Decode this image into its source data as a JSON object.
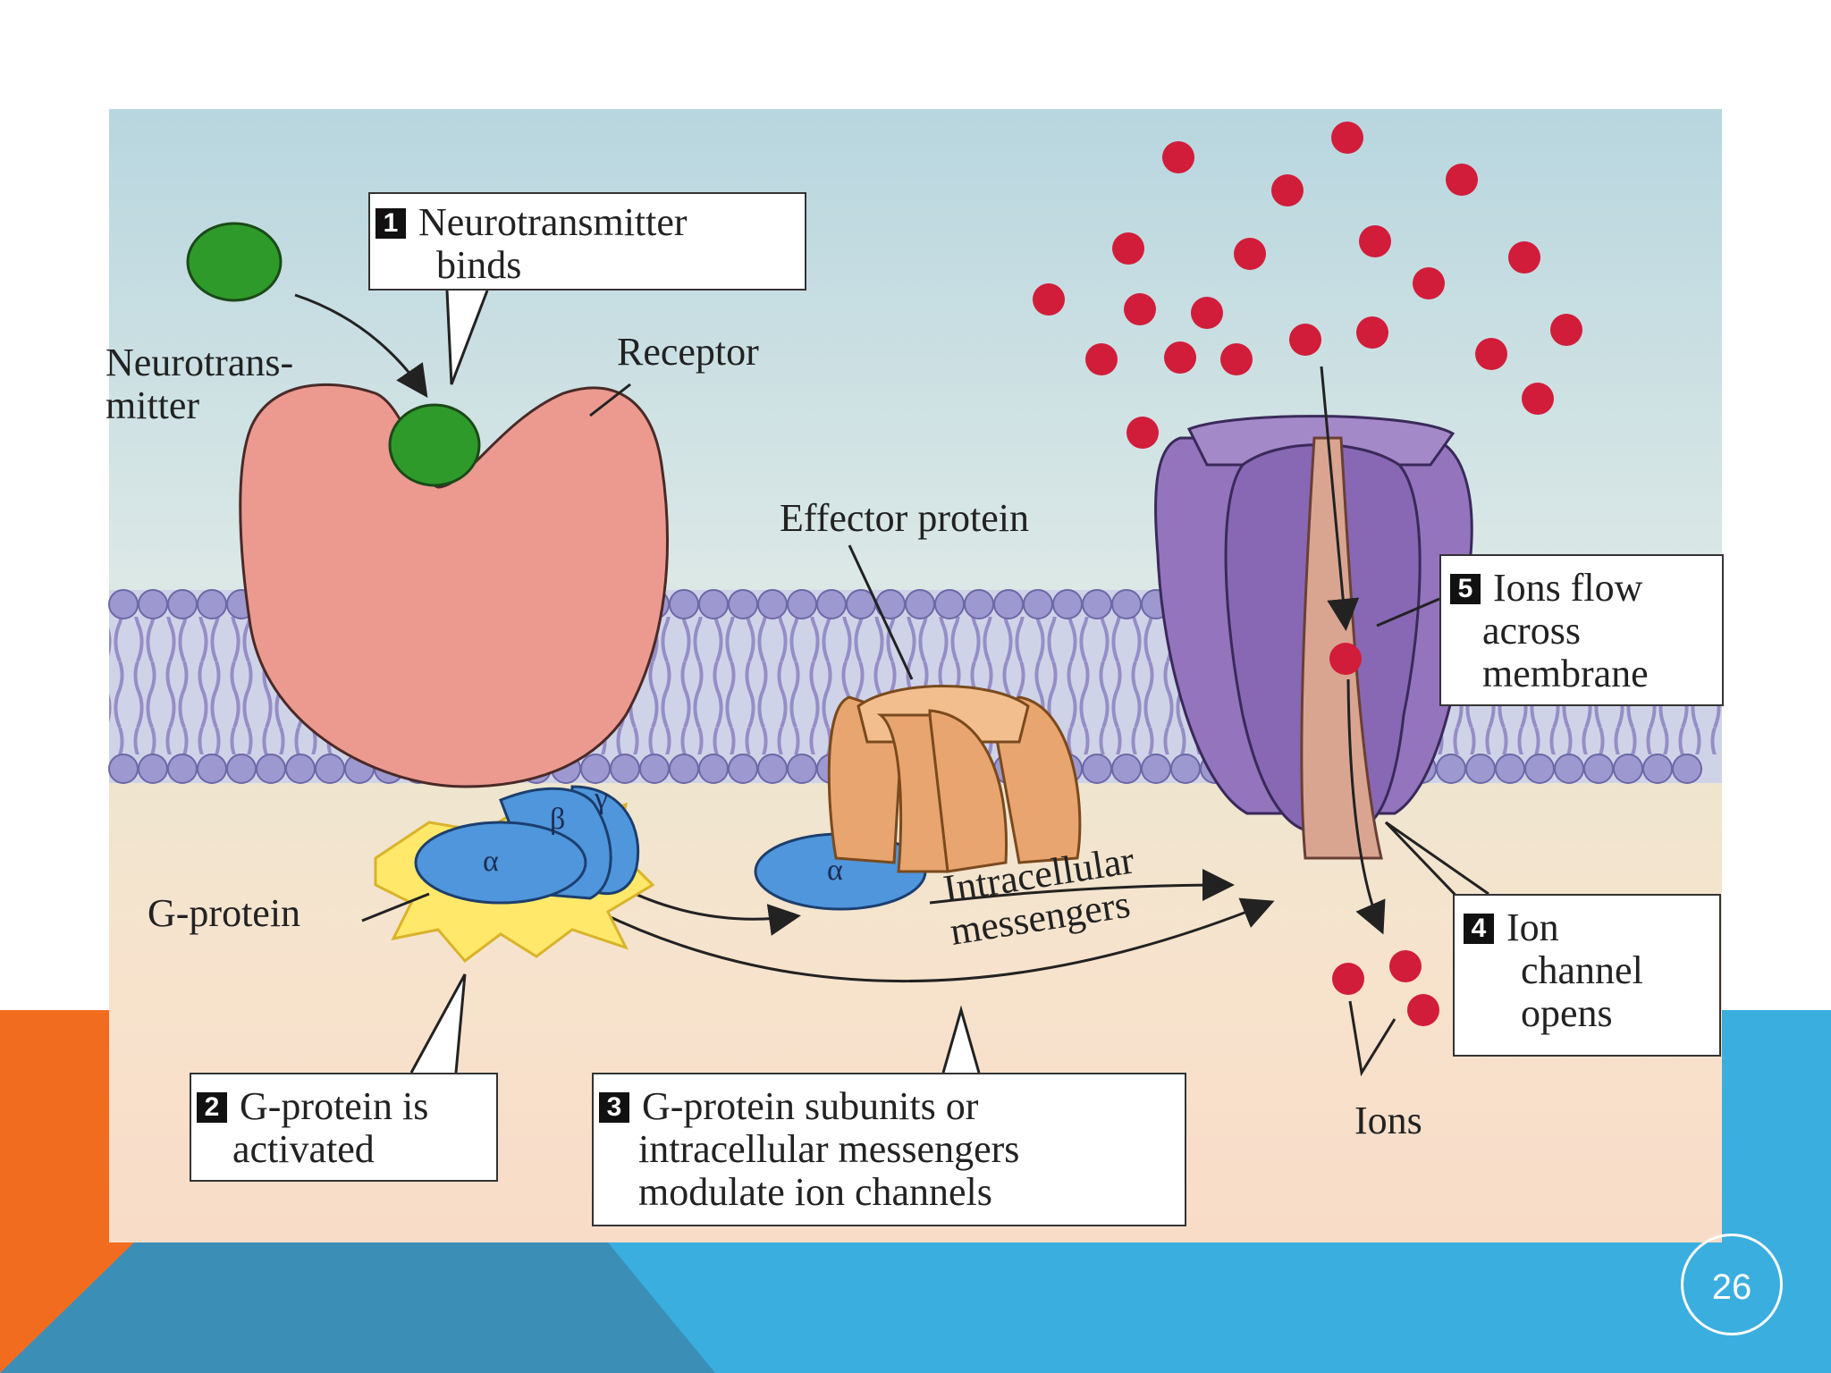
{
  "labels": {
    "neurotransmitter_line1": "Neurotrans-",
    "neurotransmitter_line2": "mitter",
    "receptor": "Receptor",
    "effector_protein": "Effector protein",
    "g_protein": "G-protein",
    "intracellular_line1": "Intracellular",
    "intracellular_line2": "messengers",
    "ions": "Ions",
    "alpha": "α",
    "beta": "β",
    "gamma": "γ"
  },
  "steps": [
    {
      "number": "1",
      "line1": "Neurotransmitter",
      "line2": "binds"
    },
    {
      "number": "2",
      "line1": "G-protein is",
      "line2": "activated"
    },
    {
      "number": "3",
      "line1": "G-protein subunits or",
      "line2": "intracellular messengers",
      "line3": "modulate ion channels"
    },
    {
      "number": "4",
      "line1": "Ion",
      "line2": "channel",
      "line3": "opens"
    },
    {
      "number": "5",
      "line1": "Ions flow",
      "line2": "across",
      "line3": "membrane"
    }
  ],
  "slide_number": "26",
  "colors": {
    "orange_accent": "#f26c1f",
    "blue_accent": "#3aaede",
    "dark_blue_accent": "#3b8fb7",
    "receptor": "#ec9a90",
    "neurotransmitter": "#2e9a2a",
    "g_protein": "#4f96dc",
    "effector": "#e8a56f",
    "ion_channel": "#9474bd",
    "ion": "#d11d3a"
  }
}
